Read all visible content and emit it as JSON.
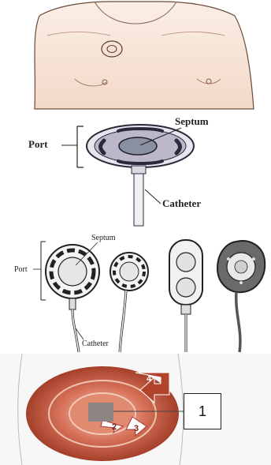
{
  "panel_chest": {},
  "panel_port": {
    "port_label": "Port",
    "septum_label": "Septum",
    "catheter_label": "Catheter"
  },
  "panel_port_types": {
    "port_label": "Port",
    "septum_label": "Septum",
    "catheter_label": "Catheter"
  },
  "panel_access": {
    "step_2": "2",
    "step_3": "3",
    "step_4": "4",
    "callout_label": "1"
  }
}
